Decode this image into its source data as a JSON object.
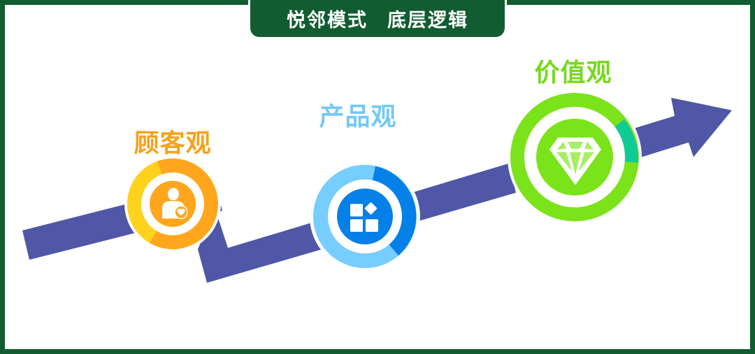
{
  "title": {
    "part1": "悦邻模式",
    "part2": "底层逻辑"
  },
  "steps": [
    {
      "label": "顾客观",
      "icon": "customer-heart-icon",
      "color": "#f5a21b"
    },
    {
      "label": "产品观",
      "icon": "product-blocks-icon",
      "color": "#73c8f8"
    },
    {
      "label": "价值观",
      "icon": "diamond-icon",
      "color": "#78d81e"
    }
  ],
  "colors": {
    "frame": "#115c30",
    "arrow": "#4f57a6"
  }
}
